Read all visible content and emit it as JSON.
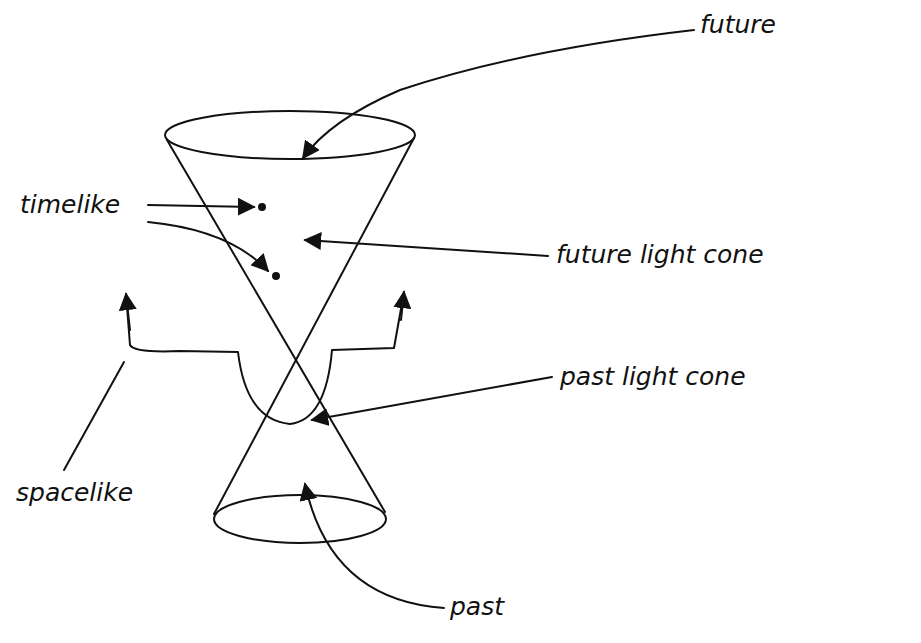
{
  "diagram": {
    "labels": [
      "future",
      "timelike",
      "future light cone",
      "past light cone",
      "spacelike",
      "past"
    ]
  }
}
